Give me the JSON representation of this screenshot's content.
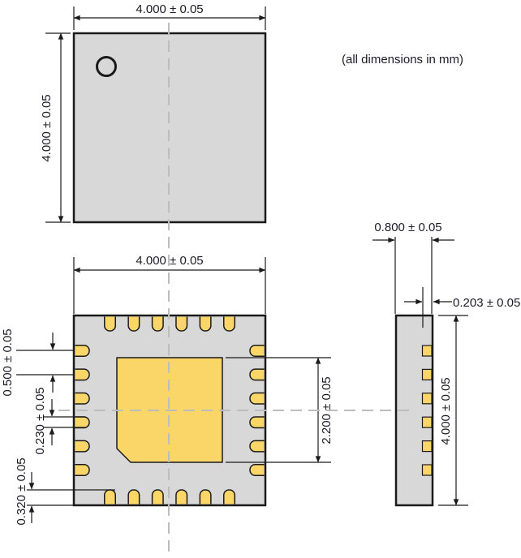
{
  "note": "(all dimensions in mm)",
  "colors": {
    "background": "#ffffff",
    "package_fill": "#d8d8d8",
    "pad_fill": "#fad669",
    "outline": "#1a1a1a",
    "dimension_line": "#1a1a1a",
    "label_text": "#1b1b26",
    "centerline": "#bdbdbd"
  },
  "top_view": {
    "width": "4.000 ± 0.05",
    "height": "4.000 ± 0.05"
  },
  "bottom_view": {
    "width": "4.000 ± 0.05",
    "lead_pitch": "0.500 ± 0.05",
    "lead_width": "0.230 ± 0.05",
    "lead_length": "0.320 ± 0.05",
    "thermal_pad": "2.200 ± 0.05",
    "leads_per_side": 6
  },
  "side_view": {
    "thickness": "0.800 ± 0.05",
    "lead_thickness": "0.203 ± 0.05",
    "height": "4.000 ± 0.05"
  }
}
